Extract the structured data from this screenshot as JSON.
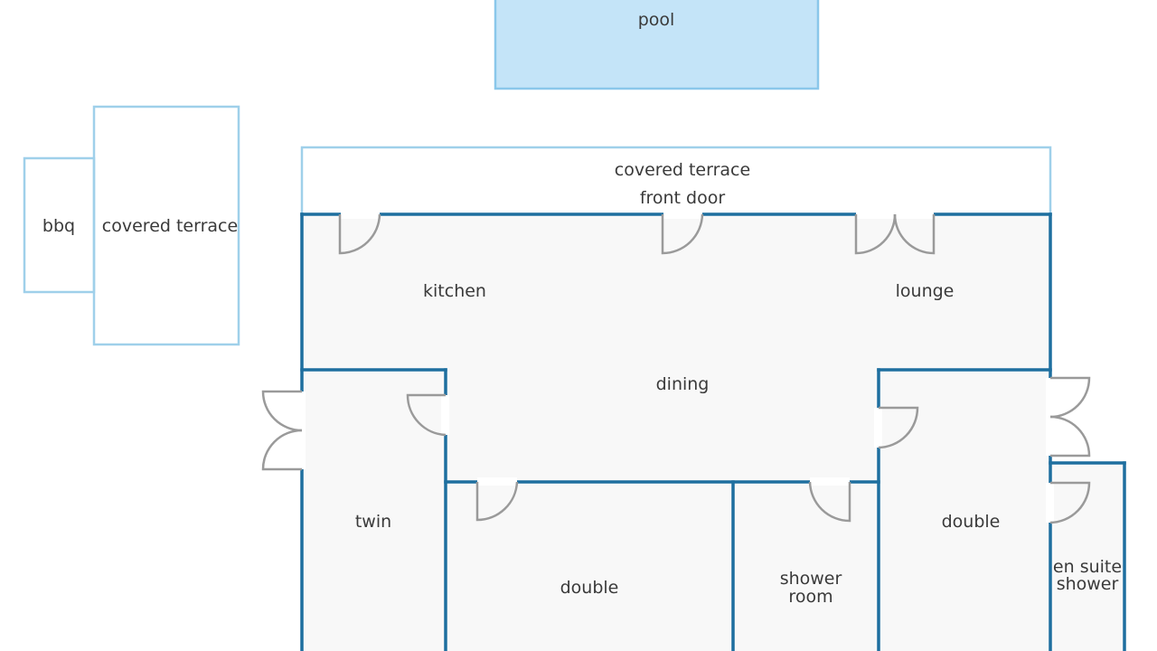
{
  "colors": {
    "wall": "#1e6f9f",
    "outline": "#9fd0ea",
    "pool_fill": "#c4e4f8",
    "pool_stroke": "#8ac7ea",
    "floor_fill": "#f8f8f8",
    "door": "#9a9a9a",
    "text": "#3a3a3a",
    "background": "#ffffff"
  },
  "labels": {
    "pool": "pool",
    "bbq": "bbq",
    "covered_terrace_left": "covered terrace",
    "covered_terrace_top": "covered terrace",
    "front_door": "front door",
    "kitchen": "kitchen",
    "lounge": "lounge",
    "dining": "dining",
    "twin": "twin",
    "double_middle": "double",
    "shower_room_line1": "shower",
    "shower_room_line2": "room",
    "double_right": "double",
    "en_suite_line1": "en suite",
    "en_suite_line2": "shower"
  }
}
